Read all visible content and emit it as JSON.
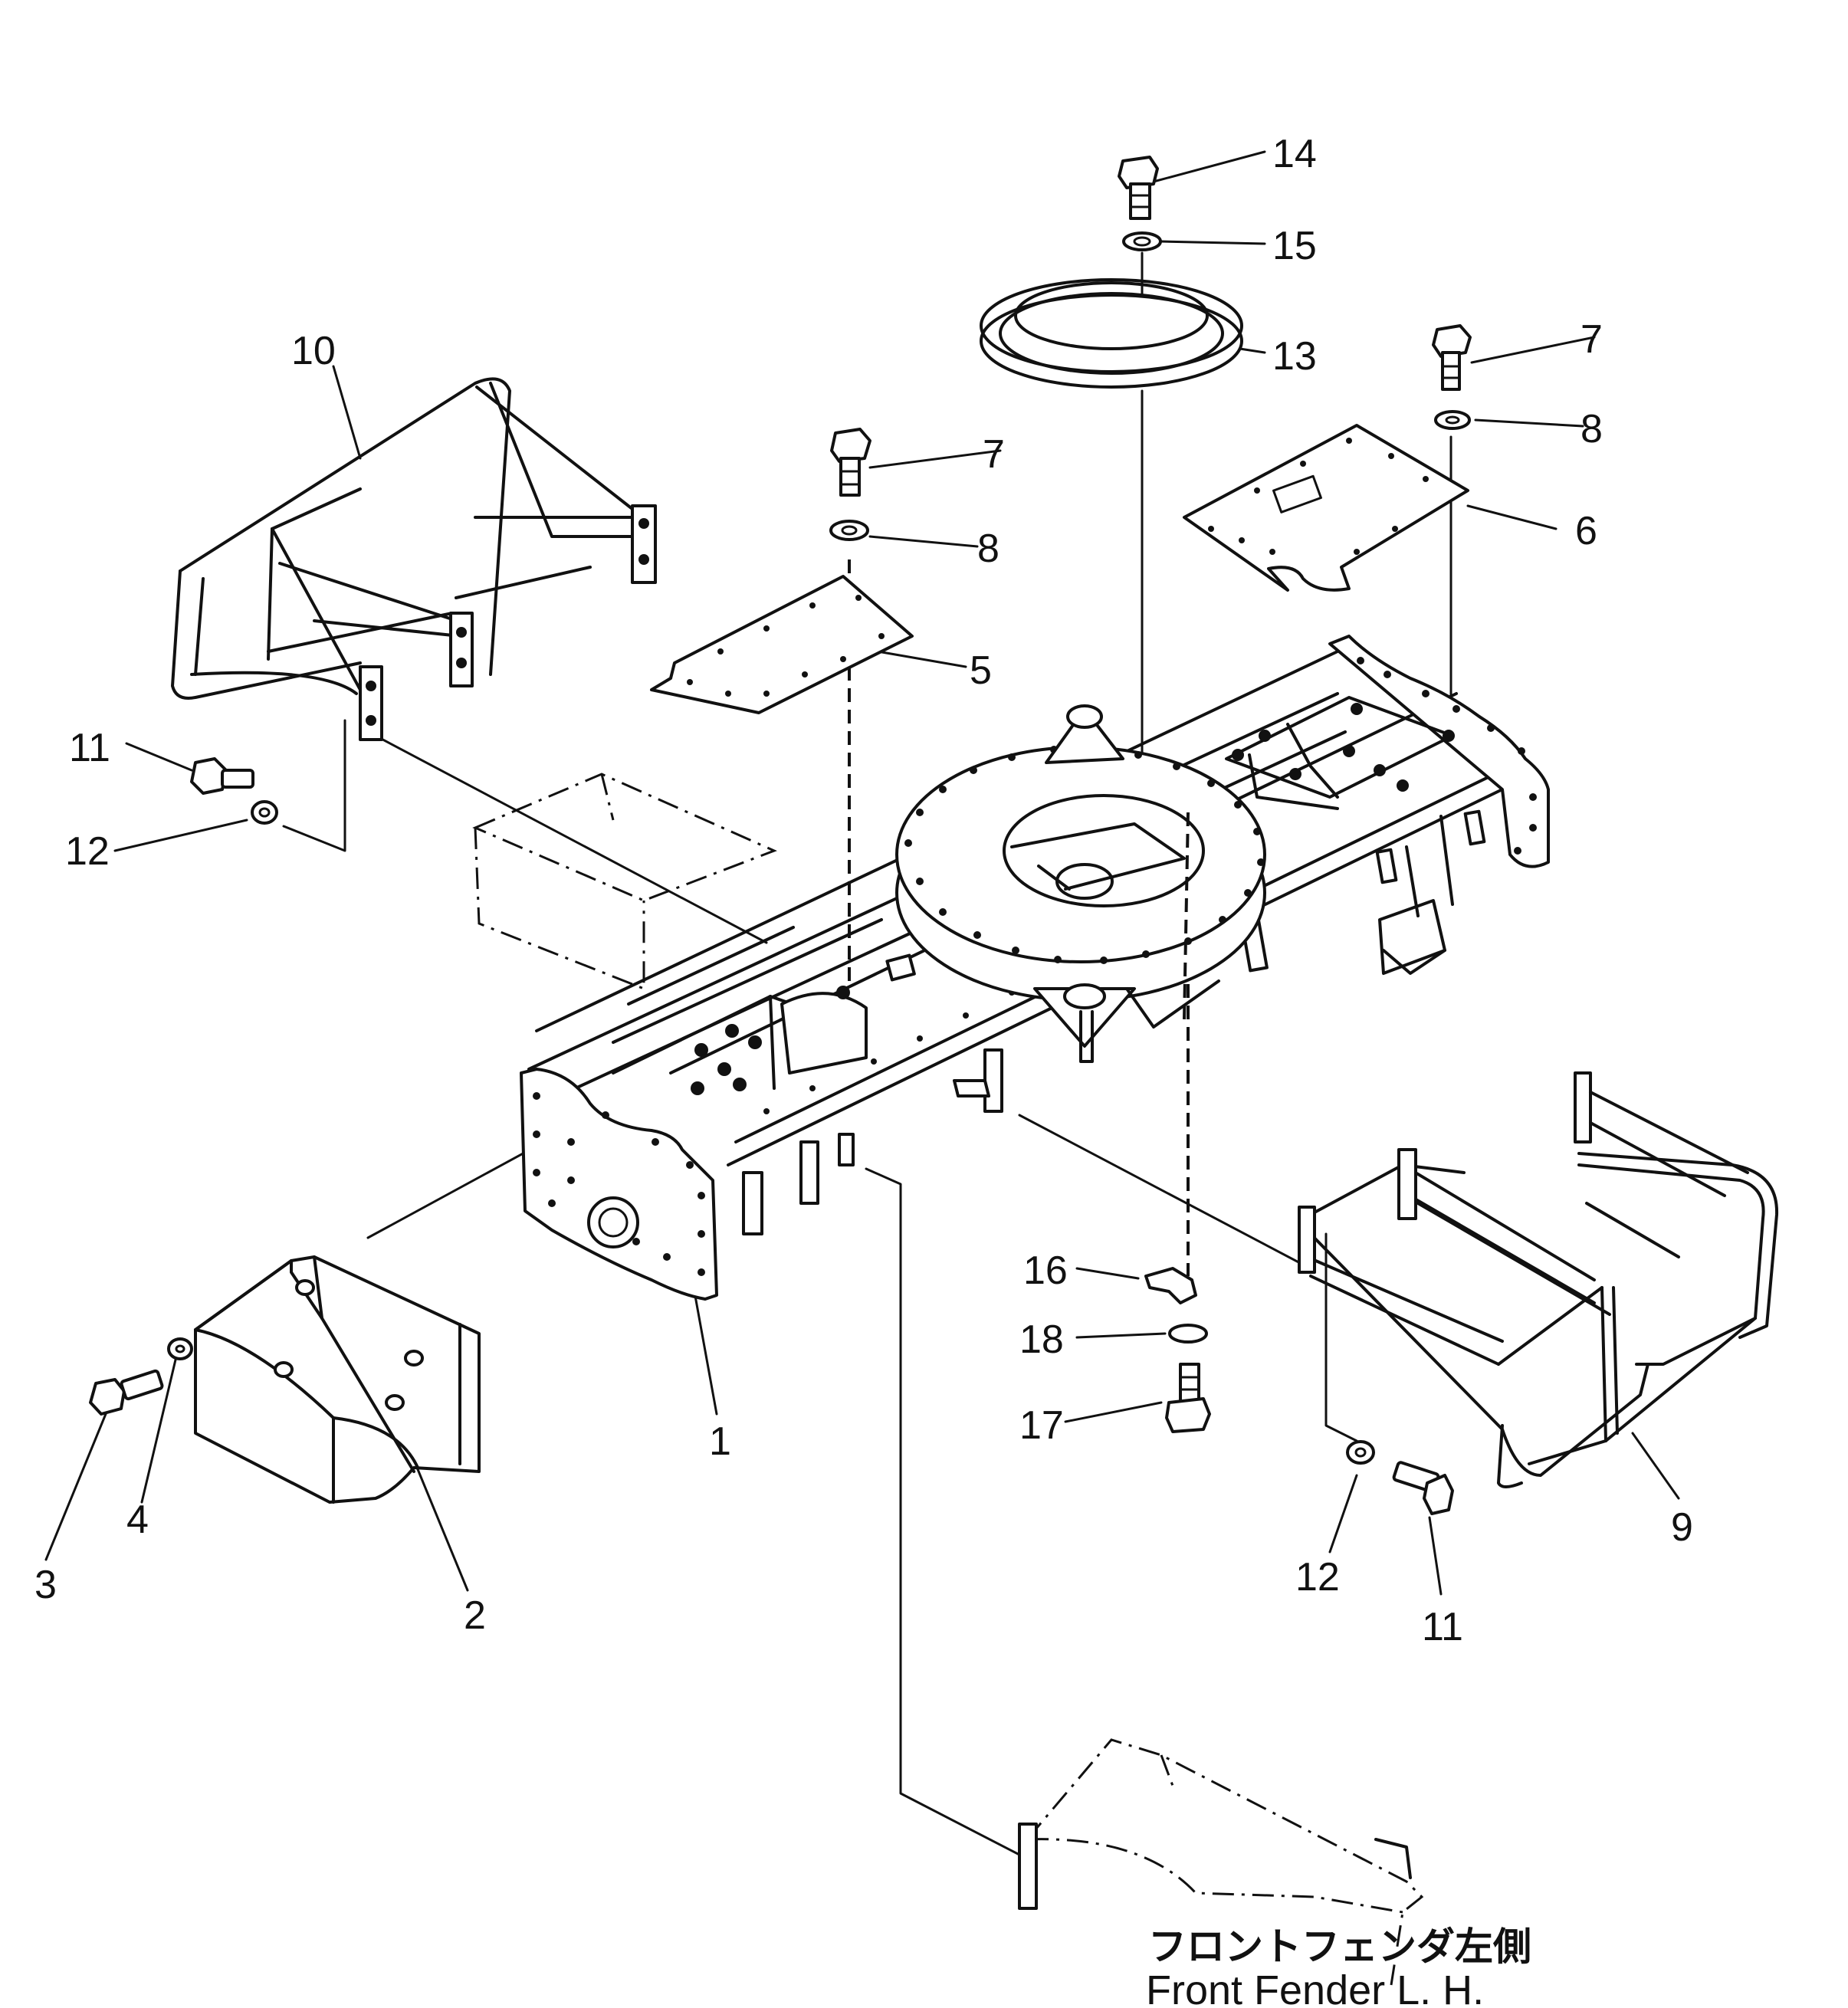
{
  "callouts": {
    "c1": "1",
    "c2": "2",
    "c3": "3",
    "c4": "4",
    "c5": "5",
    "c6": "6",
    "c7a": "7",
    "c7b": "7",
    "c8a": "8",
    "c8b": "8",
    "c9": "9",
    "c10": "10",
    "c11a": "11",
    "c11b": "11",
    "c12a": "12",
    "c12b": "12",
    "c13": "13",
    "c14": "14",
    "c15": "15",
    "c16": "16",
    "c17": "17",
    "c18": "18"
  },
  "caption": {
    "japanese": "フロントフェンダ左側",
    "english": "Front Fender L. H."
  }
}
